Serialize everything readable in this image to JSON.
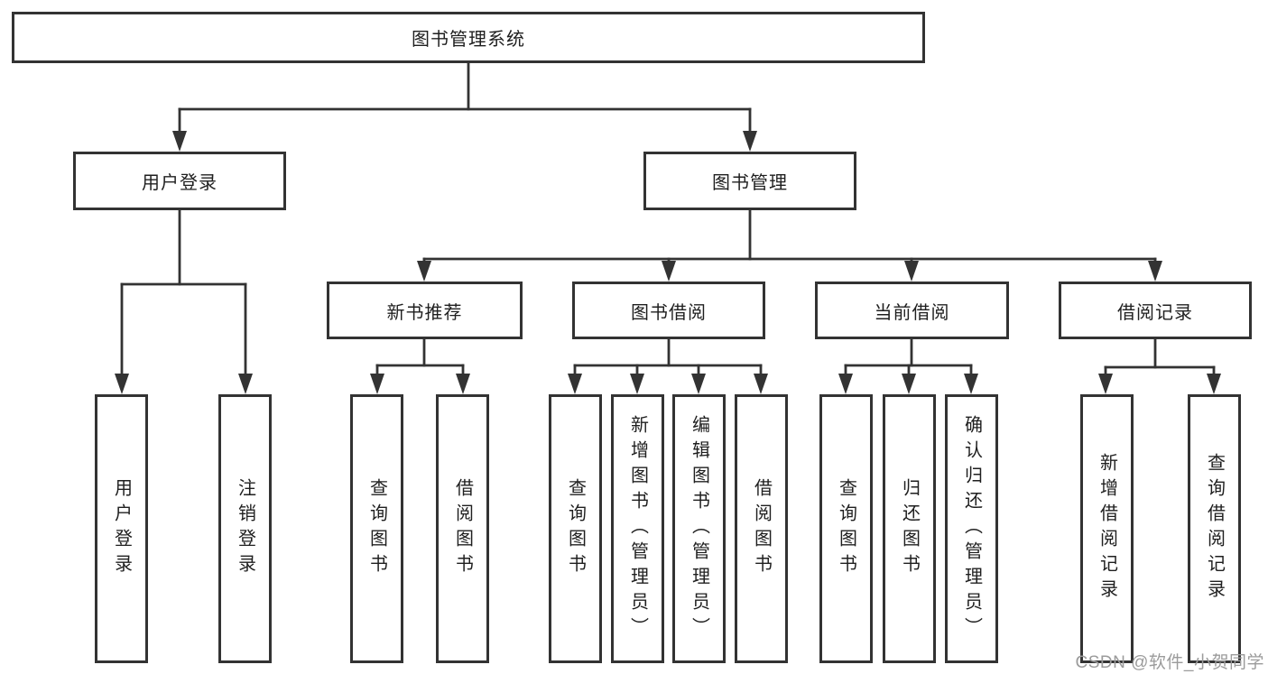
{
  "tree": {
    "root": {
      "label": "图书管理系统",
      "children": [
        {
          "label": "用户登录",
          "children": [
            {
              "label": "用户登录"
            },
            {
              "label": "注销登录"
            }
          ]
        },
        {
          "label": "图书管理",
          "children": [
            {
              "label": "新书推荐",
              "children": [
                {
                  "label": "查询图书"
                },
                {
                  "label": "借阅图书"
                }
              ]
            },
            {
              "label": "图书借阅",
              "children": [
                {
                  "label": "查询图书"
                },
                {
                  "label": "新增图书（管理员）"
                },
                {
                  "label": "编辑图书（管理员）"
                },
                {
                  "label": "借阅图书"
                }
              ]
            },
            {
              "label": "当前借阅",
              "children": [
                {
                  "label": "查询图书"
                },
                {
                  "label": "归还图书"
                },
                {
                  "label": "确认归还（管理员）"
                }
              ]
            },
            {
              "label": "借阅记录",
              "children": [
                {
                  "label": "新增借阅记录"
                },
                {
                  "label": "查询借阅记录"
                }
              ]
            }
          ]
        }
      ]
    }
  },
  "watermark": "CSDN @软件_小贺同学",
  "colors": {
    "line": "#333333",
    "box_border": "#333333",
    "box_fill": "#ffffff",
    "text": "#1f1f1f",
    "watermark": "#9b9b9b",
    "background": "#ffffff"
  }
}
